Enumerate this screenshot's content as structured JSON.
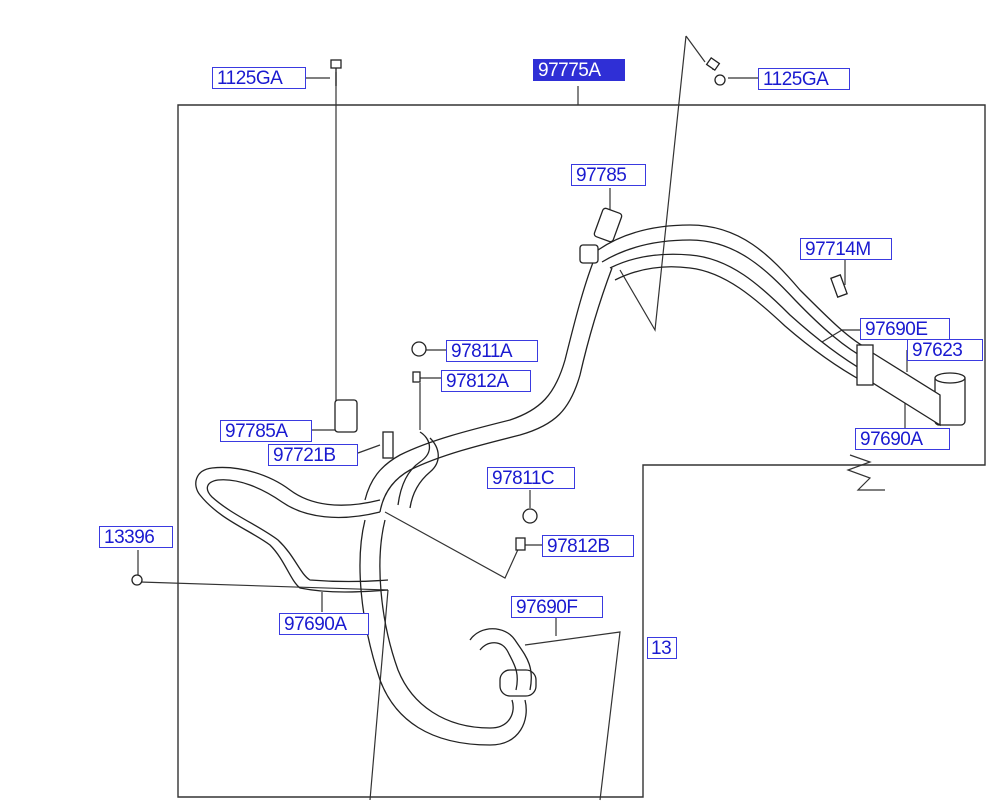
{
  "diagram": {
    "labels": [
      {
        "id": "l-1125ga-left",
        "text": "1125GA"
      },
      {
        "id": "l-97775a",
        "text": "97775A",
        "selected": true
      },
      {
        "id": "l-1125ga-right",
        "text": "1125GA"
      },
      {
        "id": "l-97785",
        "text": "97785"
      },
      {
        "id": "l-97714m",
        "text": "97714M"
      },
      {
        "id": "l-97690e",
        "text": "97690E"
      },
      {
        "id": "l-97623",
        "text": "97623"
      },
      {
        "id": "l-97690a-right",
        "text": "97690A"
      },
      {
        "id": "l-97811a",
        "text": "97811A"
      },
      {
        "id": "l-97812a",
        "text": "97812A"
      },
      {
        "id": "l-97785a",
        "text": "97785A"
      },
      {
        "id": "l-97721b",
        "text": "97721B"
      },
      {
        "id": "l-97811c",
        "text": "97811C"
      },
      {
        "id": "l-97812b",
        "text": "97812B"
      },
      {
        "id": "l-13396",
        "text": "13396"
      },
      {
        "id": "l-97690a-left",
        "text": "97690A"
      },
      {
        "id": "l-97690f",
        "text": "97690F"
      },
      {
        "id": "l-13-partial",
        "text": "13"
      }
    ]
  },
  "colors": {
    "label_border": "#3a3ae0",
    "label_text": "#1a1ad0",
    "selected_fill": "#2f2fd6",
    "line": "#222222"
  }
}
